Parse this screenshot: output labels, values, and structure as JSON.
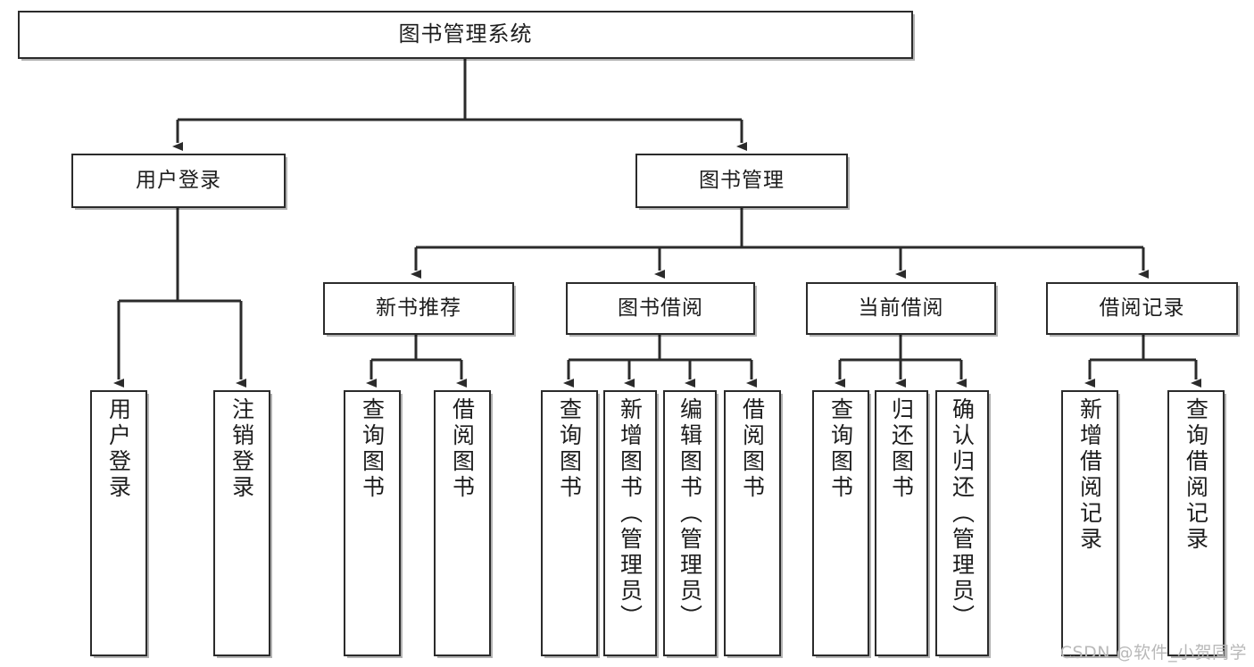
{
  "diagram": {
    "title": "图书管理系统",
    "watermark": "CSDN @软件_小贺同学",
    "colors": {
      "box_border": "#2b2b2b",
      "box_fill": "#ffffff",
      "connector": "#2b2b2b",
      "background": "#ffffff",
      "watermark": "#b9b9b9"
    },
    "root": {
      "label": "图书管理系统"
    },
    "level2": [
      {
        "label": "用户登录"
      },
      {
        "label": "图书管理"
      }
    ],
    "level3": [
      {
        "label": "新书推荐"
      },
      {
        "label": "图书借阅"
      },
      {
        "label": "当前借阅"
      },
      {
        "label": "借阅记录"
      }
    ],
    "leaves": {
      "user_login": [
        {
          "label": "用户登录"
        },
        {
          "label": "注销登录"
        }
      ],
      "new_book_recommend": [
        {
          "label": "查询图书"
        },
        {
          "label": "借阅图书"
        }
      ],
      "book_borrow": [
        {
          "label": "查询图书"
        },
        {
          "label": "新增图书（管理员）"
        },
        {
          "label": "编辑图书（管理员）"
        },
        {
          "label": "借阅图书"
        }
      ],
      "current_borrow": [
        {
          "label": "查询图书"
        },
        {
          "label": "归还图书"
        },
        {
          "label": "确认归还（管理员）"
        }
      ],
      "borrow_record": [
        {
          "label": "新增借阅记录"
        },
        {
          "label": "查询借阅记录"
        }
      ]
    }
  }
}
